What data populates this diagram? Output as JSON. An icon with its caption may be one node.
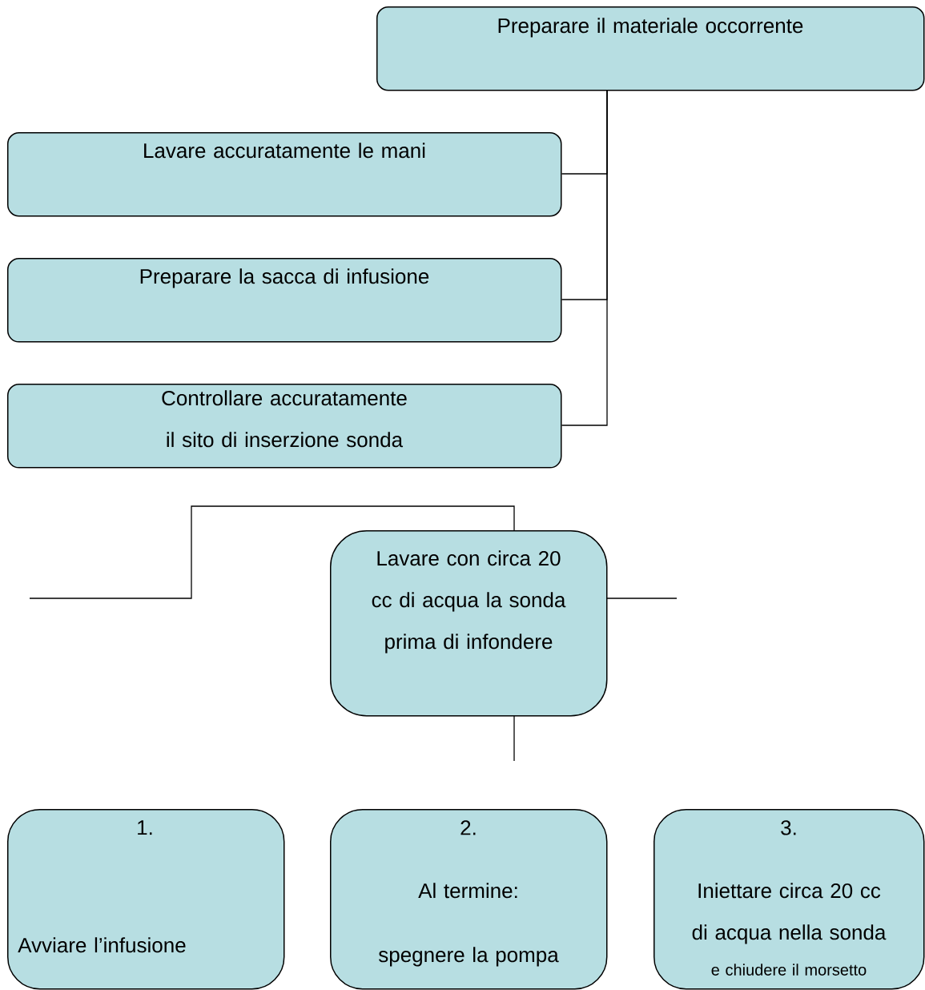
{
  "diagram": {
    "nodes": [
      {
        "text": [
          "Preparare il materiale occorrente"
        ]
      },
      {
        "text": [
          "Lavare accuratamente le mani"
        ]
      },
      {
        "text": [
          "Preparare la sacca di infusione"
        ]
      },
      {
        "text": [
          "Controllare accuratamente il sito di inserzione sonda"
        ]
      },
      {
        "text": [
          "Lavare con circa 20 cc di acqua la sonda prima di infondere"
        ]
      },
      {
        "text": [
          "1.",
          "Avviare l’infusione"
        ]
      },
      {
        "text": [
          "2.",
          "Al termine:",
          "spegnere la pompa"
        ]
      },
      {
        "text": [
          "3.",
          "Iniettare circa 20 cc di acqua nella sonda",
          "e chiudere il morsetto"
        ]
      }
    ],
    "edges": [
      {
        "from": 0,
        "to": 1,
        "arrow": "none"
      },
      {
        "from": 0,
        "to": 2,
        "arrow": "none"
      },
      {
        "from": 0,
        "to": 3,
        "arrow": "none"
      },
      {
        "from": 4,
        "to": null,
        "arrow": "none"
      },
      {
        "from": 4,
        "to": null,
        "arrow": "none"
      },
      {
        "from": 4,
        "to": null,
        "arrow": "none"
      }
    ]
  }
}
